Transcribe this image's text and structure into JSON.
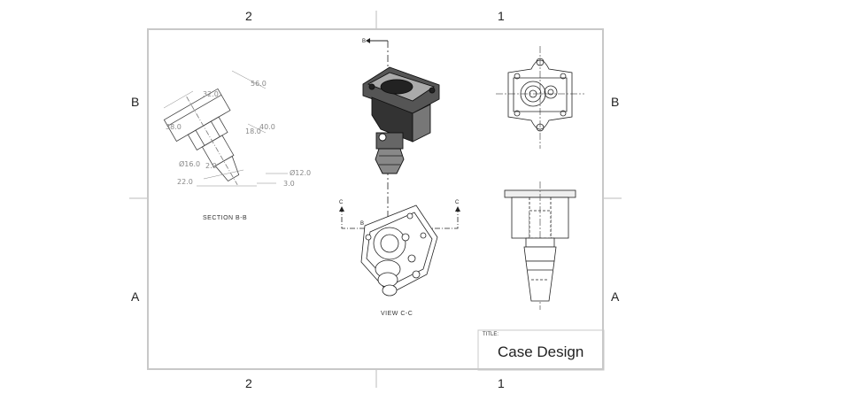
{
  "zones": {
    "top_left": "2",
    "top_right": "1",
    "bottom_left": "2",
    "bottom_right": "1",
    "row_upper_left": "B",
    "row_upper_right": "B",
    "row_lower_left": "A",
    "row_lower_right": "A"
  },
  "section_view": {
    "caption": "SECTION B-B",
    "dimensions": [
      "56.0",
      "32.0",
      "38.0",
      "40.0",
      "18.0",
      "Ø16.0",
      "2.0",
      "Ø12.0",
      "22.0",
      "3.0"
    ]
  },
  "detail_view": {
    "caption": "VIEW C-C"
  },
  "section_markers": {
    "b_top": "B",
    "b_mid": "B",
    "c_left": "C",
    "c_right": "C"
  },
  "title_block": {
    "label": "TITLE:",
    "title": "Case Design"
  }
}
